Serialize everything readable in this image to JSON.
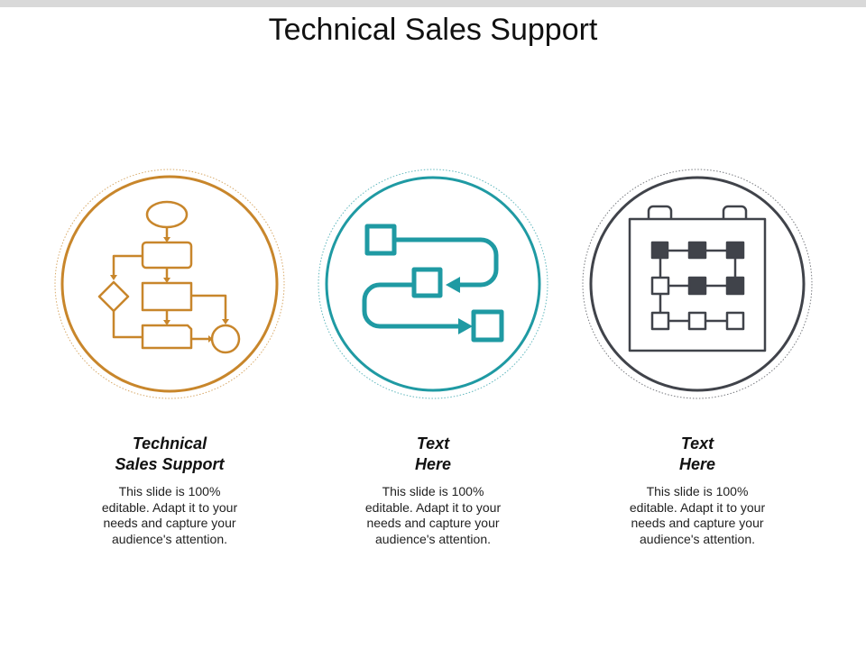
{
  "slide": {
    "title": "Technical Sales Support"
  },
  "colors": {
    "orange": "#c8862b",
    "teal": "#1f9aa3",
    "gray": "#40434a",
    "top_bar": "#d9d9d9"
  },
  "columns": [
    {
      "icon": "flowchart-icon",
      "heading_lines": [
        "Technical",
        "Sales Support"
      ],
      "desc_lines": [
        "This slide is 100%",
        "editable. Adapt it to your",
        "needs and capture your",
        "audience's attention."
      ]
    },
    {
      "icon": "workflow-arrows-icon",
      "heading_lines": [
        "Text",
        "Here"
      ],
      "desc_lines": [
        "This slide is 100%",
        "editable. Adapt it to your",
        "needs and capture your",
        "audience's attention."
      ]
    },
    {
      "icon": "calendar-schedule-icon",
      "heading_lines": [
        "Text",
        "Here"
      ],
      "desc_lines": [
        "This slide is 100%",
        "editable. Adapt it to your",
        "needs and capture your",
        "audience's attention."
      ]
    }
  ]
}
